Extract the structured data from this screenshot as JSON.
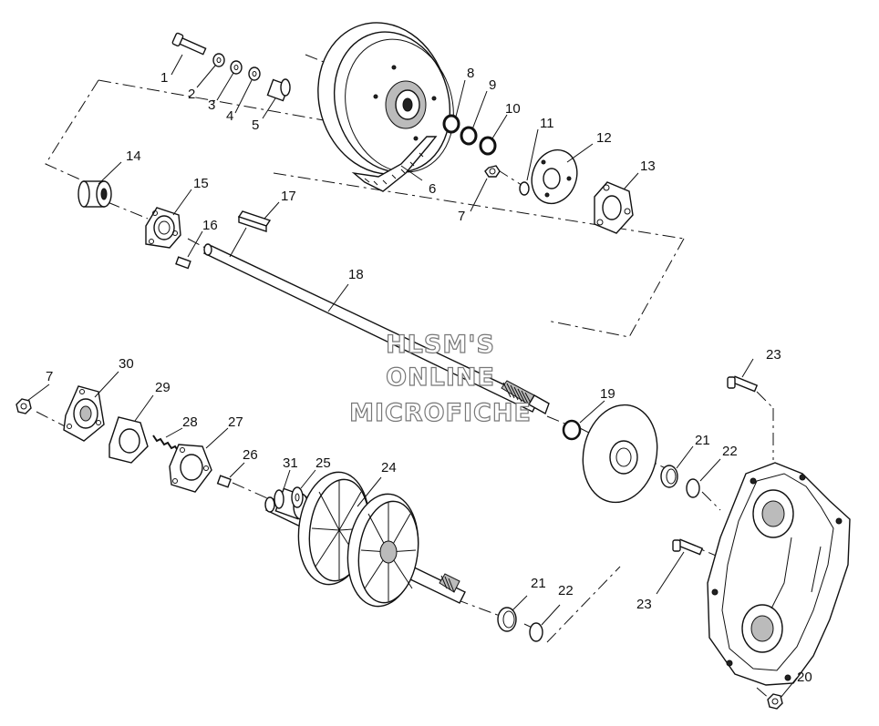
{
  "watermark": {
    "line1": "HLSM'S",
    "line2": "ONLINE",
    "line3": "MICROFICHE"
  },
  "callouts": [
    "1",
    "2",
    "3",
    "4",
    "5",
    "6",
    "7",
    "8",
    "9",
    "10",
    "11",
    "12",
    "13",
    "14",
    "15",
    "16",
    "17",
    "18",
    "7",
    "30",
    "29",
    "28",
    "27",
    "26",
    "31",
    "25",
    "24",
    "19",
    "21",
    "22",
    "21",
    "22",
    "23",
    "23",
    "20"
  ]
}
